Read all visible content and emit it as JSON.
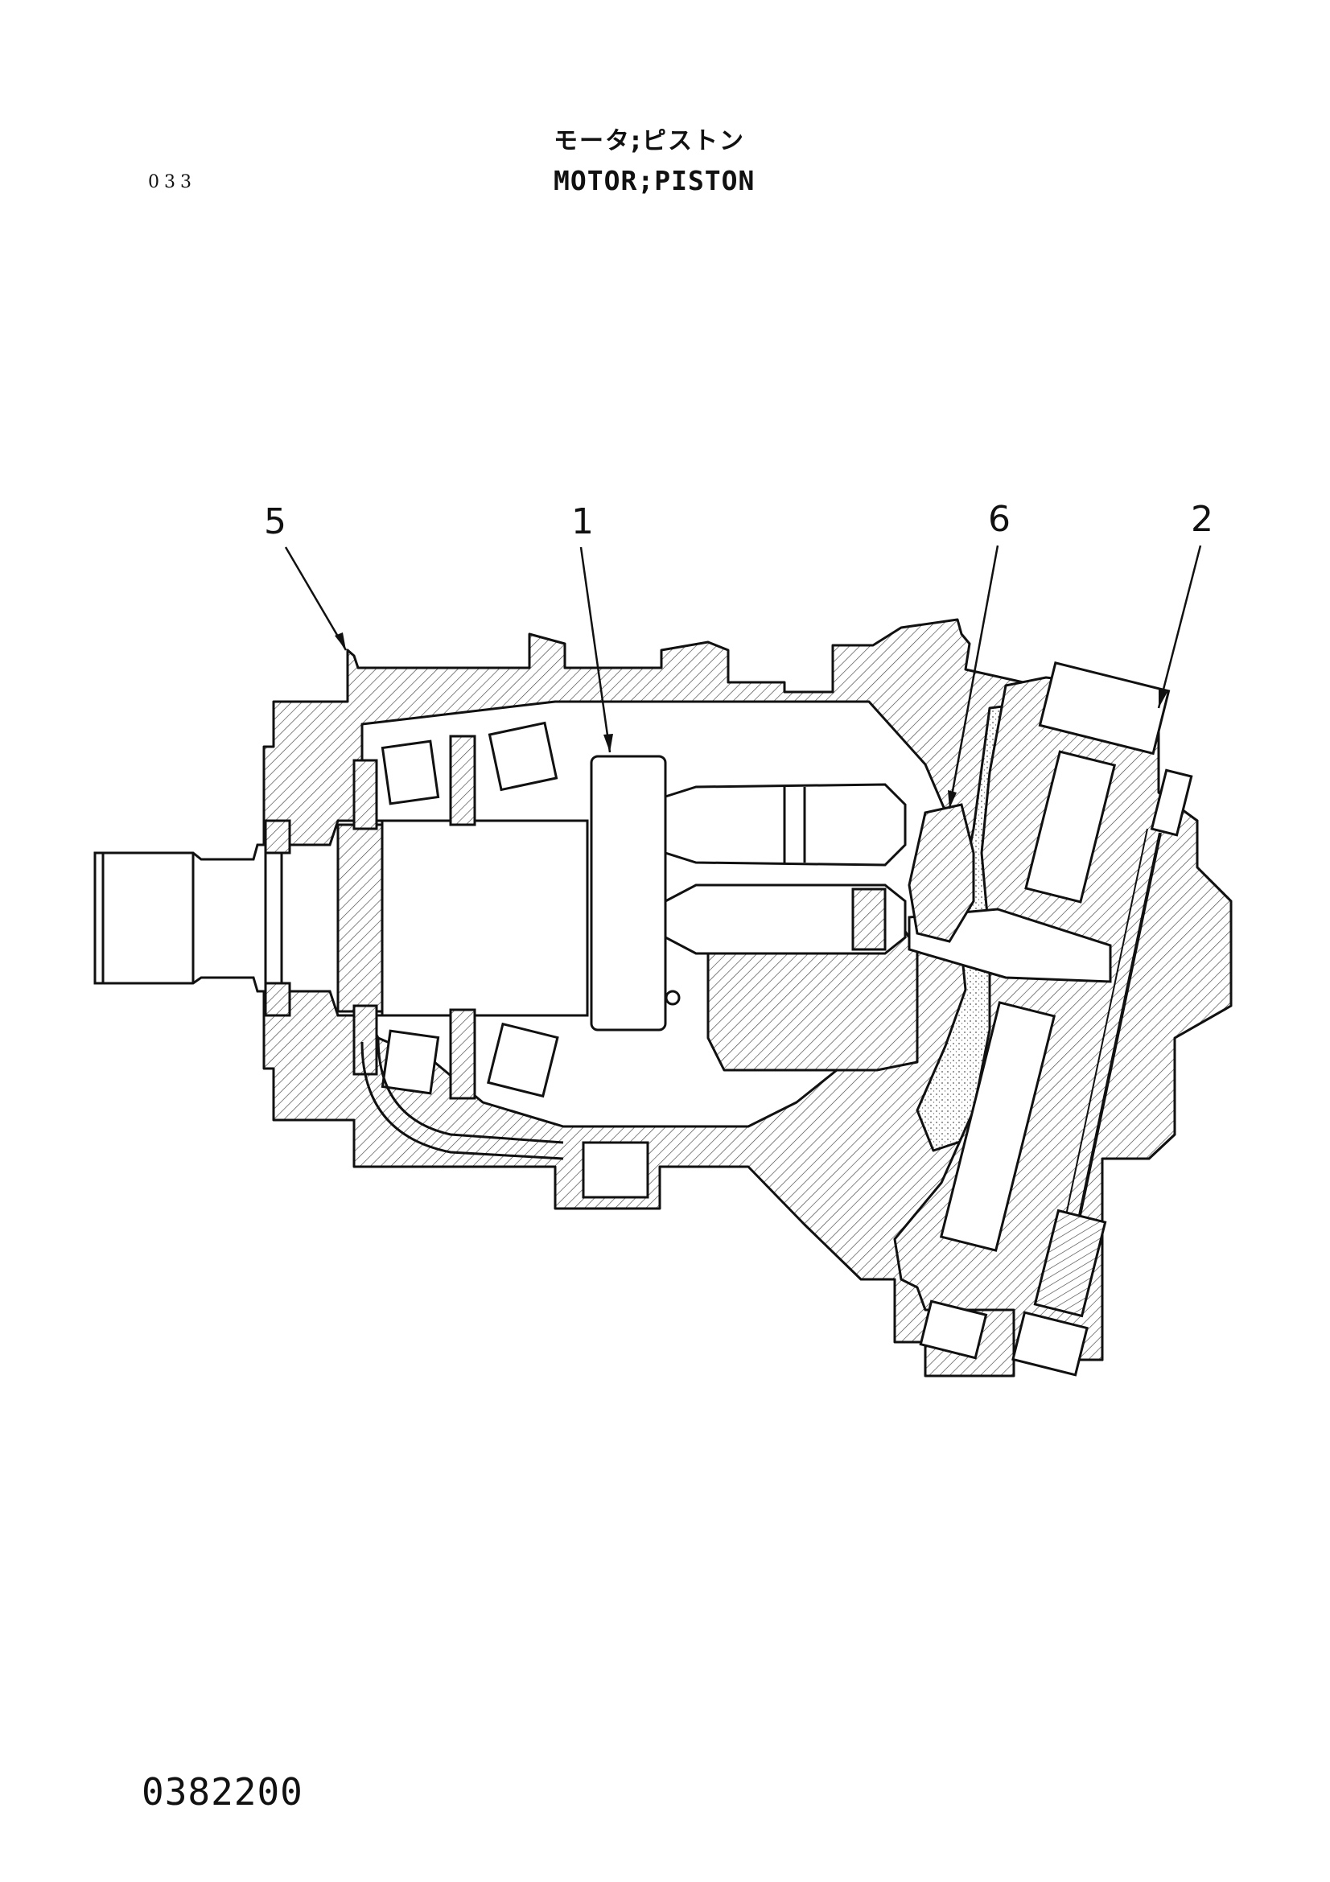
{
  "header": {
    "page_number": "033",
    "title_jp": "モータ;ピストン",
    "title_en": "MOTOR;PISTON"
  },
  "callouts": [
    {
      "label": "5"
    },
    {
      "label": "1"
    },
    {
      "label": "6"
    },
    {
      "label": "2"
    }
  ],
  "footer": {
    "drawing_number": "0382200"
  }
}
